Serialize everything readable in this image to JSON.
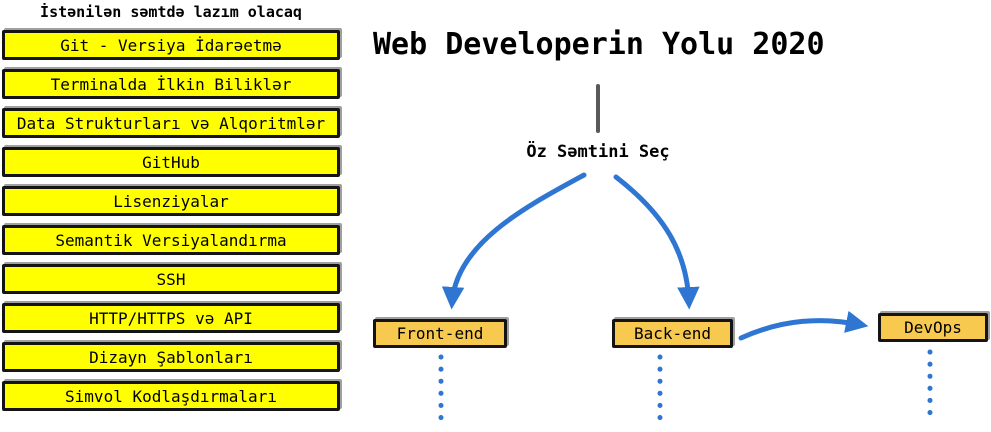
{
  "left_panel": {
    "heading": "İstənilən səmtdə lazım olacaq",
    "items": [
      "Git - Versiya İdarəetmə",
      "Terminalda İlkin Biliklər",
      "Data Strukturları və Alqoritmlər",
      "GitHub",
      "Lisenziyalar",
      "Semantik Versiyalandırma",
      "SSH",
      "HTTP/HTTPS və API",
      "Dizayn Şablonları",
      "Simvol Kodlaşdırmaları"
    ]
  },
  "main": {
    "title": "Web Developerin Yolu 2020",
    "root_label": "Öz Səmtini Seç",
    "branches": [
      {
        "id": "front-end",
        "label": "Front-end"
      },
      {
        "id": "back-end",
        "label": "Back-end"
      },
      {
        "id": "devops",
        "label": "DevOps"
      }
    ]
  },
  "colors": {
    "checklist_bg": "#FFFF00",
    "branch_bg": "#F7C94F",
    "arrow_blue": "#2E76D2",
    "stem_gray": "#595959",
    "border_black": "#141414"
  }
}
